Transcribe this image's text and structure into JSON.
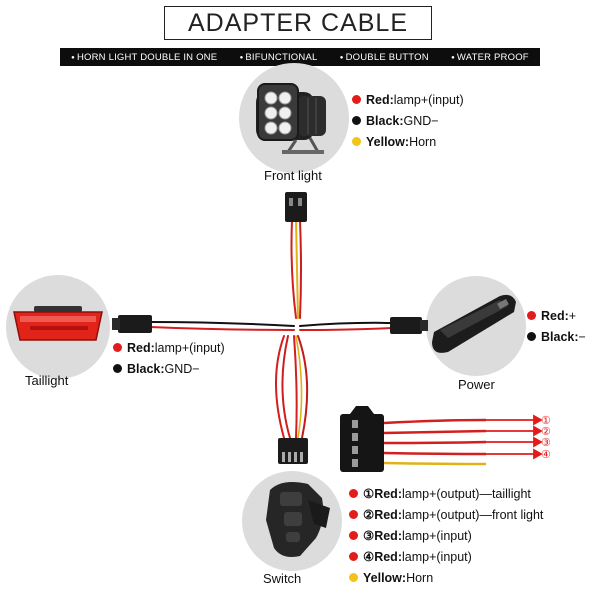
{
  "title": "ADAPTER CABLE",
  "features": [
    "HORN LIGHT DOUBLE IN ONE",
    "BIFUNCTIONAL",
    "DOUBLE BUTTON",
    "WATER PROOF"
  ],
  "colors": {
    "red": "#e31b1b",
    "black": "#111111",
    "yellow": "#f2c318"
  },
  "components": {
    "front_light": {
      "caption": "Front light",
      "legend": [
        {
          "color": "red",
          "label": "Red:",
          "desc": "lamp+(input)"
        },
        {
          "color": "black",
          "label": "Black:",
          "desc": "GND−"
        },
        {
          "color": "yellow",
          "label": "Yellow:",
          "desc": "Horn"
        }
      ]
    },
    "taillight": {
      "caption": "Taillight",
      "legend": [
        {
          "color": "red",
          "label": "Red:",
          "desc": "lamp+(input)"
        },
        {
          "color": "black",
          "label": "Black:",
          "desc": "GND−"
        }
      ]
    },
    "power": {
      "caption": "Power",
      "legend": [
        {
          "color": "red",
          "label": "Red:",
          "desc": "+"
        },
        {
          "color": "black",
          "label": "Black:",
          "desc": "−"
        }
      ]
    },
    "switch": {
      "caption": "Switch",
      "legend": [
        {
          "color": "red",
          "label": "①Red:",
          "desc": "lamp+(output)—taillight"
        },
        {
          "color": "red",
          "label": "②Red:",
          "desc": "lamp+(output)—front light"
        },
        {
          "color": "red",
          "label": "③Red:",
          "desc": "lamp+(input)"
        },
        {
          "color": "red",
          "label": "④Red:",
          "desc": "lamp+(input)"
        },
        {
          "color": "yellow",
          "label": "Yellow:",
          "desc": "Horn"
        }
      ]
    }
  },
  "pin_markers": [
    "①",
    "②",
    "③",
    "④"
  ]
}
